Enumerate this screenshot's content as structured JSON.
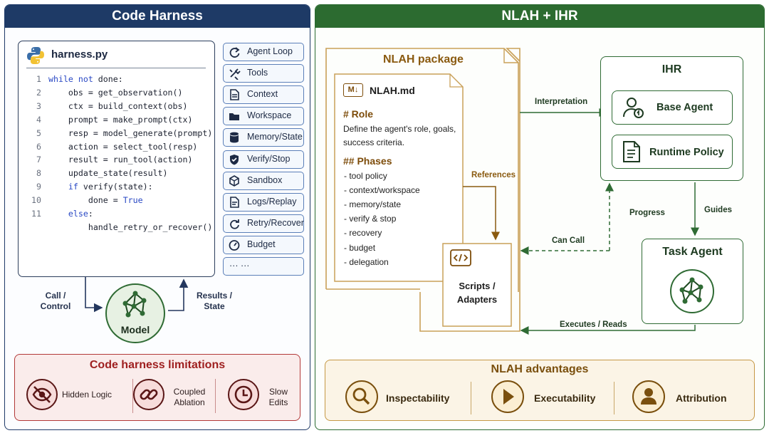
{
  "left_panel": {
    "title": "Code Harness"
  },
  "right_panel": {
    "title": "NLAH + IHR"
  },
  "code": {
    "filename": "harness.py",
    "lines": [
      {
        "n": "1",
        "kw": "while not",
        "rest": " done:"
      },
      {
        "n": "2",
        "kw": "",
        "rest": "    obs = get_observation()"
      },
      {
        "n": "3",
        "kw": "",
        "rest": "    ctx = build_context(obs)"
      },
      {
        "n": "4",
        "kw": "",
        "rest": "    prompt = make_prompt(ctx)"
      },
      {
        "n": "5",
        "kw": "",
        "rest": "    resp = model_generate(prompt)"
      },
      {
        "n": "6",
        "kw": "",
        "rest": "    action = select_tool(resp)"
      },
      {
        "n": "7",
        "kw": "",
        "rest": "    result = run_tool(action)"
      },
      {
        "n": "8",
        "kw": "",
        "rest": "    update_state(result)"
      },
      {
        "n": "9",
        "kw": "    if",
        "rest": " verify(state):"
      },
      {
        "n": "10",
        "kw": "",
        "rest": "        done = ",
        "kw2": "True"
      },
      {
        "n": "11",
        "kw": "    else",
        "rest": ":"
      },
      {
        "n": "",
        "kw": "",
        "rest": "        handle_retry_or_recover()"
      }
    ]
  },
  "components": [
    {
      "label": "Agent Loop",
      "icon": "loop-icon"
    },
    {
      "label": "Tools",
      "icon": "tools-icon"
    },
    {
      "label": "Context",
      "icon": "document-icon"
    },
    {
      "label": "Workspace",
      "icon": "folder-icon"
    },
    {
      "label": "Memory/State",
      "icon": "database-icon"
    },
    {
      "label": "Verify/Stop",
      "icon": "shield-check-icon"
    },
    {
      "label": "Sandbox",
      "icon": "cube-icon"
    },
    {
      "label": "Logs/Replay",
      "icon": "logs-icon"
    },
    {
      "label": "Retry/Recover",
      "icon": "retry-icon"
    },
    {
      "label": "Budget",
      "icon": "gauge-icon"
    },
    {
      "label": "···  ···",
      "icon": "ellipsis-icon"
    }
  ],
  "model": {
    "label": "Model",
    "call_label_1": "Call /",
    "call_label_2": "Control",
    "results_label_1": "Results /",
    "results_label_2": "State"
  },
  "limitations": {
    "title": "Code harness limitations",
    "items": [
      {
        "l1": "Hidden Logic",
        "l2": "",
        "icon": "eye-off-icon"
      },
      {
        "l1": "Coupled",
        "l2": "Ablation",
        "icon": "link-icon"
      },
      {
        "l1": "Slow",
        "l2": "Edits",
        "icon": "clock-icon"
      }
    ]
  },
  "nlah": {
    "package_title": "NLAH package",
    "md_file": "NLAH.md",
    "role_head": "# Role",
    "role_text_1": "Define the agent's role, goals,",
    "role_text_2": "success criteria.",
    "phases_head": "## Phases",
    "phases": [
      "tool policy",
      "context/workspace",
      "memory/state",
      "verify & stop",
      "recovery",
      "budget",
      "delegation"
    ],
    "references_label": "References",
    "scripts_l1": "Scripts /",
    "scripts_l2": "Adapters"
  },
  "ihr": {
    "title": "IHR",
    "base_agent": "Base Agent",
    "runtime_policy": "Runtime Policy",
    "task_agent": "Task Agent"
  },
  "flows": {
    "interpretation": "Interpretation",
    "progress": "Progress",
    "guides": "Guides",
    "can_call": "Can Call",
    "executes_reads": "Executes / Reads"
  },
  "advantages": {
    "title": "NLAH advantages",
    "items": [
      {
        "label": "Inspectability",
        "icon": "magnifier-icon"
      },
      {
        "label": "Executability",
        "icon": "play-icon"
      },
      {
        "label": "Attribution",
        "icon": "person-icon"
      }
    ]
  },
  "colors": {
    "navy": "#1e3a66",
    "green": "#2c6b30",
    "red": "#9e1e1e",
    "gold": "#7a4f0d"
  }
}
